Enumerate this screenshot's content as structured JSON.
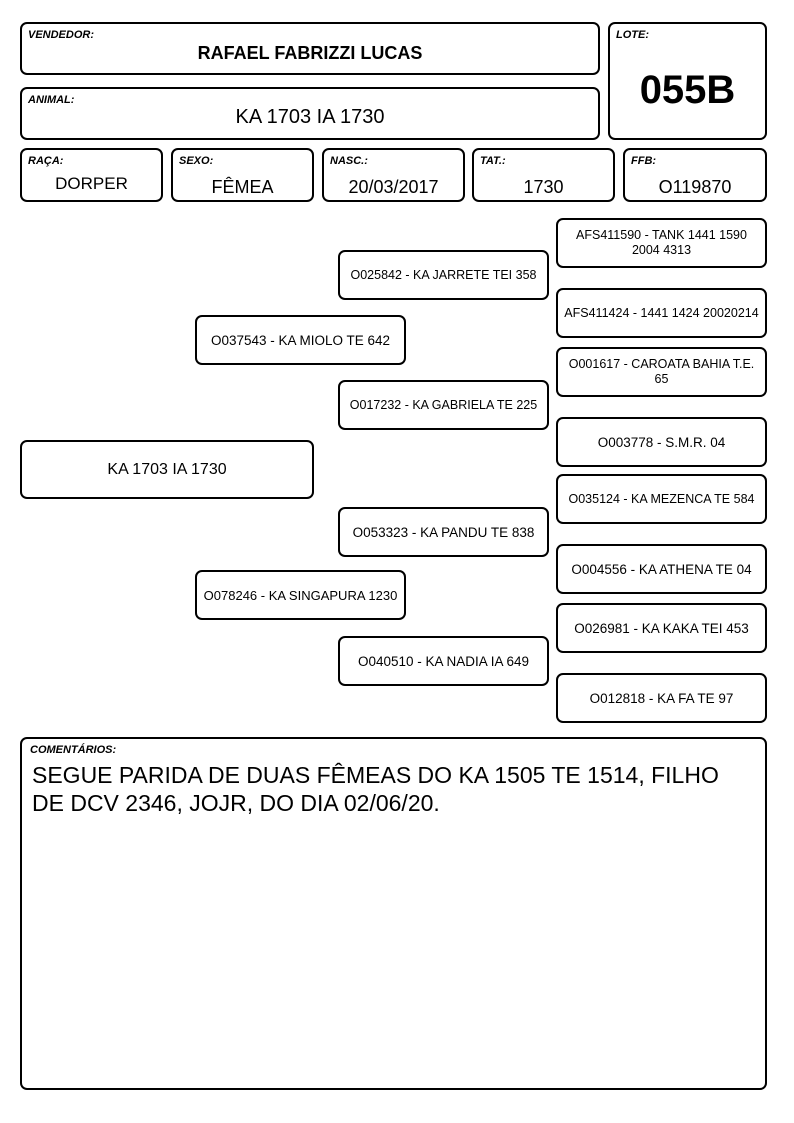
{
  "header": {
    "vendedor": {
      "label": "VENDEDOR:",
      "value": "RAFAEL FABRIZZI LUCAS"
    },
    "lote": {
      "label": "LOTE:",
      "value": "055B"
    },
    "animal": {
      "label": "ANIMAL:",
      "value": "KA 1703 IA 1730"
    },
    "raca": {
      "label": "RAÇA:",
      "value": "DORPER"
    },
    "sexo": {
      "label": "SEXO:",
      "value": "FÊMEA"
    },
    "nasc": {
      "label": "NASC.:",
      "value": "20/03/2017"
    },
    "tat": {
      "label": "TAT.:",
      "value": "1730"
    },
    "ffb": {
      "label": "FFB:",
      "value": "O119870"
    }
  },
  "pedigree": {
    "animal": "KA 1703 IA 1730",
    "sire": "O037543 - KA MIOLO TE 642",
    "dam": "O078246 - KA SINGAPURA 1230",
    "sire_sire": "O025842 - KA JARRETE TEI 358",
    "sire_dam": "O017232 - KA GABRIELA TE 225",
    "dam_sire": "O053323 - KA PANDU TE 838",
    "dam_dam": "O040510 - KA NADIA IA 649",
    "ggp": [
      "AFS411590 - TANK 1441 1590 2004 4313",
      "AFS411424 - 1441 1424 20020214",
      "O001617 - CAROATA BAHIA T.E. 65",
      "O003778 - S.M.R. 04",
      "O035124 - KA MEZENCA TE 584",
      "O004556 - KA ATHENA TE 04",
      "O026981 - KA KAKA TEI 453",
      "O012818 - KA FA TE 97"
    ]
  },
  "comments": {
    "label": "COMENTÁRIOS:",
    "text": "SEGUE PARIDA DE DUAS FÊMEAS DO KA 1505 TE 1514, FILHO DE DCV 2346, JOJR, DO DIA 02/06/20."
  }
}
